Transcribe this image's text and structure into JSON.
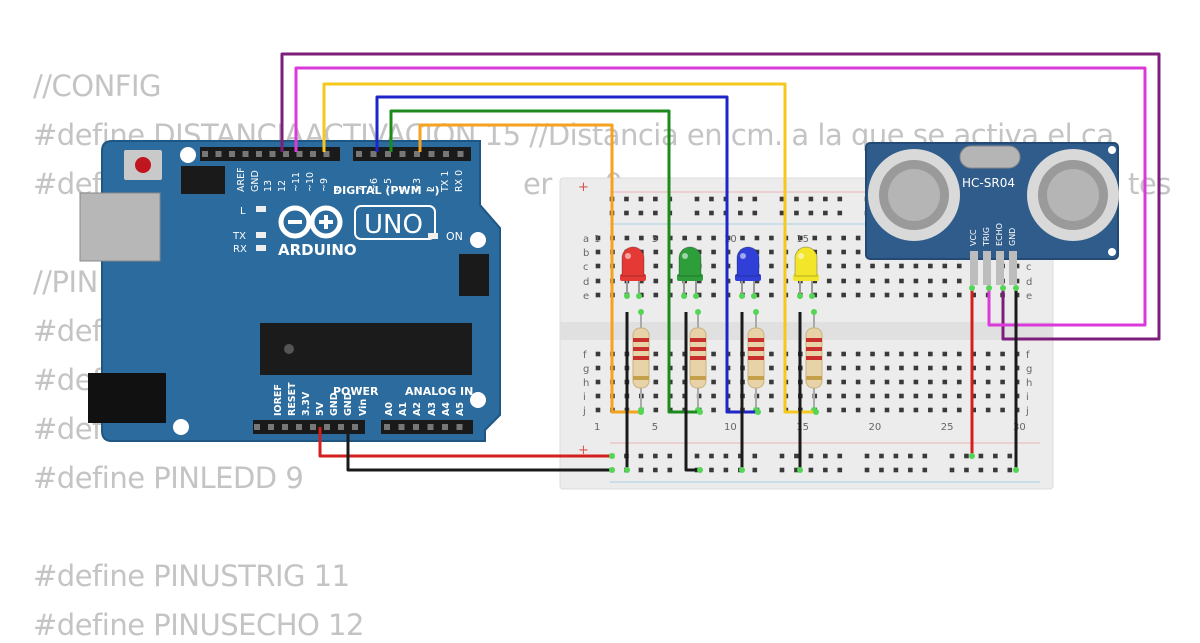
{
  "code_lines": [
    {
      "row": 0,
      "text": "//CONFIG"
    },
    {
      "row": 1,
      "text": "#define DISTANCIAACTIVACION 15 //Distancia en cm. a la que se activa el ca"
    },
    {
      "row": 2,
      "text": "#def"
    },
    {
      "row": 2.2,
      "text": "er en 0"
    },
    {
      "row": 2.4,
      "text": "tes"
    },
    {
      "row": 4,
      "text": "//PIN"
    },
    {
      "row": 5,
      "text": "#def"
    },
    {
      "row": 6,
      "text": "#def"
    },
    {
      "row": 7,
      "text": "#def"
    },
    {
      "row": 8,
      "text": "#define PINLEDD 9"
    },
    {
      "row": 10,
      "text": "#define PINUSTRIG 11"
    },
    {
      "row": 11,
      "text": "#define PINUSECHO 12"
    }
  ],
  "arduino": {
    "model": "UNO",
    "brand": "ARDUINO",
    "digital_header_label": "DIGITAL (PWM ~)",
    "digital_pins": [
      "AREF",
      "GND",
      "13",
      "12",
      "~11",
      "~10",
      "~9",
      "8",
      "7",
      "~6",
      "~5",
      "4",
      "~3",
      "2",
      "TX 1",
      "RX 0"
    ],
    "power_label": "POWER",
    "analog_label": "ANALOG IN",
    "power_pins": [
      "IOREF",
      "RESET",
      "3.3V",
      "5V",
      "GND",
      "GND",
      "Vin"
    ],
    "analog_pins": [
      "A0",
      "A1",
      "A2",
      "A3",
      "A4",
      "A5"
    ],
    "led_labels": {
      "l": "L",
      "tx": "TX",
      "rx": "RX",
      "on": "ON"
    }
  },
  "breadboard": {
    "row_letters_top": [
      "a",
      "b",
      "c",
      "d",
      "e"
    ],
    "row_letters_bottom": [
      "f",
      "g",
      "h",
      "i",
      "j"
    ],
    "column_numbers_top": [
      "1",
      "5",
      "10",
      "15"
    ],
    "column_numbers_bottom": [
      "1",
      "5",
      "10",
      "15",
      "20",
      "25",
      "30"
    ],
    "rail_plus": "+"
  },
  "sensor": {
    "name": "HC-SR04",
    "pins": [
      "VCC",
      "TRIG",
      "ECHO",
      "GND"
    ]
  },
  "leds": [
    {
      "color": "red",
      "fill": "#e53935"
    },
    {
      "color": "green",
      "fill": "#2e9e3a"
    },
    {
      "color": "blue",
      "fill": "#2f3fd8"
    },
    {
      "color": "yellow",
      "fill": "#f2e52a"
    }
  ],
  "wire_colors": {
    "purple": "#7b1f7b",
    "magenta": "#d93ad9",
    "yellow": "#f5c81e",
    "blue": "#1f25c8",
    "green": "#1e8a1e",
    "orange": "#f5a21e",
    "red": "#d41f1f",
    "black": "#1a1a1a"
  },
  "colors": {
    "board": "#2b6b9d",
    "board_edge": "#1f5682",
    "breadboard": "#ececec",
    "sensor": "#2f5c8a",
    "code_text": "#c4c4c4"
  }
}
